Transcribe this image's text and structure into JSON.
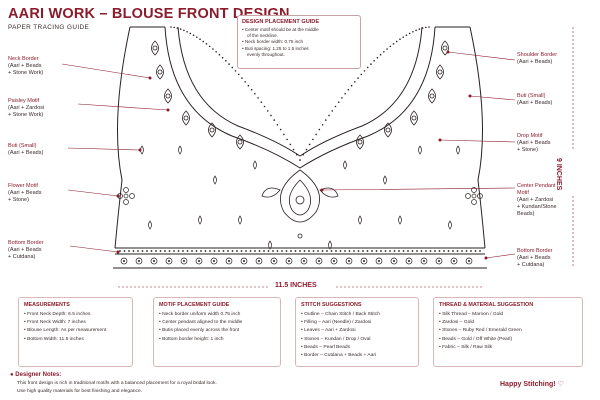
{
  "header": {
    "title": "AARI WORK – BLOUSE FRONT DESIGN",
    "subtitle": "PAPER TRACING GUIDE"
  },
  "placement_guide": {
    "title": "DESIGN PLACEMENT GUIDE",
    "lines": [
      "• Center motif should be at the middle",
      "  of the neckline.",
      "• Neck border width: 0.75 inch",
      "• Buti spacing: 1.25 to 1.5 inches",
      "  evenly throughout."
    ]
  },
  "callouts_left": [
    {
      "title": "Neck Border",
      "lines": [
        "(Aari + Beads",
        "+ Stone Work)"
      ]
    },
    {
      "title": "Paisley Motif",
      "lines": [
        "(Aari + Zardosi",
        "+ Stone Work)"
      ]
    },
    {
      "title": "Buti (Small)",
      "lines": [
        "(Aari + Beads)"
      ]
    },
    {
      "title": "Flower Motif",
      "lines": [
        "(Aari + Beads",
        "+ Stone)"
      ]
    },
    {
      "title": "Bottom Border",
      "lines": [
        "(Aari + Beads",
        "+ Cutdana)"
      ]
    }
  ],
  "callouts_right": [
    {
      "title": "Shoulder Border",
      "lines": [
        "(Aari + Beads)"
      ]
    },
    {
      "title": "Buti (Small)",
      "lines": [
        "(Aari + Beads)"
      ]
    },
    {
      "title": "Drop Motif",
      "lines": [
        "(Aari + Beads",
        "+ Stone)"
      ]
    },
    {
      "title": "Center Pendant",
      "lines": [
        "Motif",
        "(Aari + Zardosi",
        "+ Kundan/Stone",
        "Beads)"
      ]
    },
    {
      "title": "Bottom Border",
      "lines": [
        "(Aari + Beads",
        "+ Cutdana)"
      ]
    }
  ],
  "dimensions": {
    "width": "11.5 INCHES",
    "height": "9 INCHES"
  },
  "panels": [
    {
      "title": "MEASUREMENTS",
      "items": [
        "• Front Neck Depth: 6.5 inches",
        "• Front Neck Width: 7 inches",
        "• Blouse Length: As per measurement",
        "• Bottom Width: 11.5 inches"
      ]
    },
    {
      "title": "MOTIF PLACEMENT GUIDE",
      "items": [
        "• Neck border uniform width 0.75 inch",
        "• Center pendant aligned to the middle",
        "• Butis placed evenly across the front",
        "• Bottom border height: 1 inch"
      ]
    },
    {
      "title": "STITCH SUGGESTIONS",
      "items": [
        "• Outline – Chain Stitch / Back Stitch",
        "• Filling – Aari (Needle) / Zardosi",
        "• Leaves – Aari + Zardosi",
        "• Stones – Kundan / Drop / Oval",
        "• Beads – Pearl Beads",
        "• Border – Cutdana + Beads + Aari"
      ]
    },
    {
      "title": "THREAD & MATERIAL SUGGESTION",
      "items": [
        "• Silk Thread – Maroon / Gold",
        "• Zardosi – Gold",
        "• Stones – Ruby Red / Emerald Green",
        "• Beads – Gold / Off White (Pearl)",
        "• Fabric – Silk / Raw Silk"
      ]
    }
  ],
  "notes": {
    "title": "Designer Notes:",
    "line1": "This front design is rich in traditional motifs with a balanced placement for a royal bridal look.",
    "line2": "Use high quality materials for best finishing and elegance."
  },
  "footer": {
    "signoff": "Happy Stitching!"
  },
  "colors": {
    "accent": "#8b1c2c",
    "ink": "#3a2a2a",
    "line": "#2a2020"
  }
}
